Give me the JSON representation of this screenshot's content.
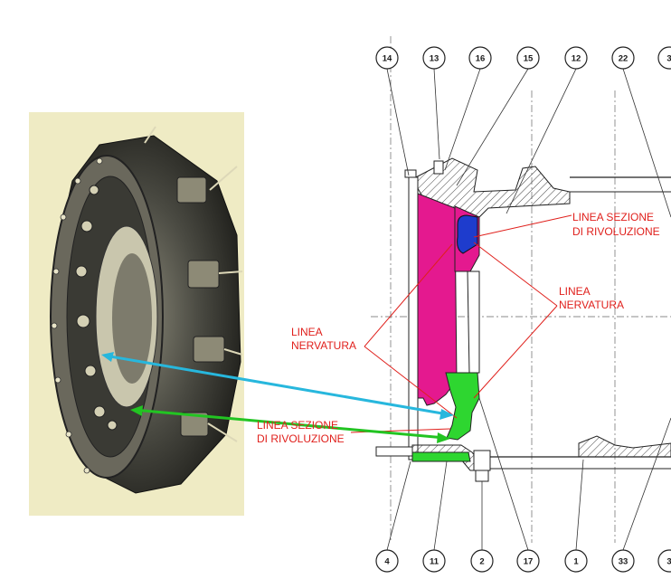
{
  "part_numbers_top": [
    "14",
    "13",
    "16",
    "15",
    "12",
    "22",
    "3"
  ],
  "part_numbers_bottom": [
    "4",
    "11",
    "2",
    "17",
    "1",
    "33",
    "3"
  ],
  "labels": {
    "nervatura_left": [
      "LINEA",
      "NERVATURA"
    ],
    "nervatura_right": [
      "LINEA",
      "NERVATURA"
    ],
    "sezione_top": [
      "LINEA SEZIONE",
      "DI RIVOLUZIONE"
    ],
    "sezione_bottom": [
      "LINEA SEZIONE",
      "DI RIVOLUZIONE"
    ]
  },
  "colors": {
    "callout_red": "#e0201c",
    "rib_magenta": "#e4198f",
    "revolution_green": "#2ed630",
    "highlight_blue": "#1e3ccd",
    "arrow_cyan": "#27b7dd",
    "arrow_green": "#22c422",
    "photo_bg": "#efebc4"
  }
}
